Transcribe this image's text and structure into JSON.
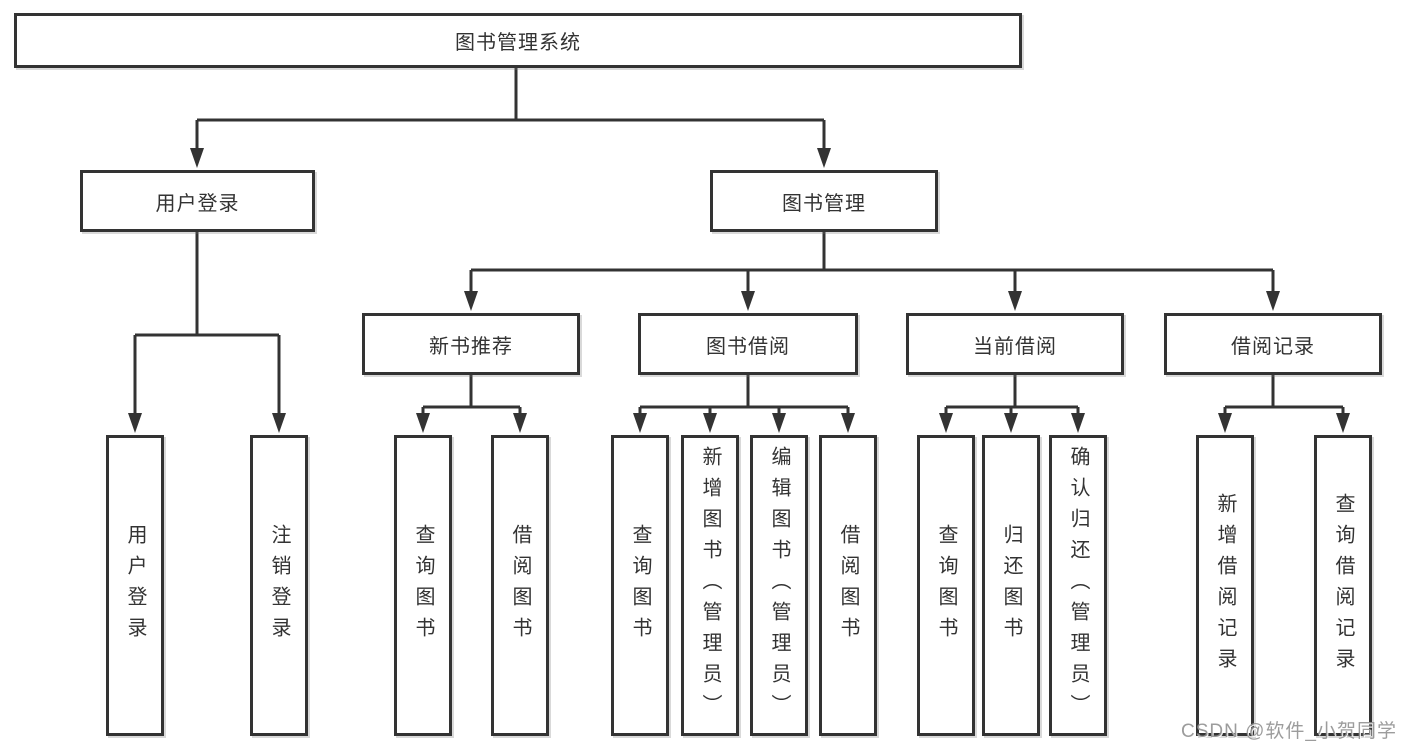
{
  "tree": {
    "root": "图书管理系统",
    "user_login": {
      "label": "用户登录",
      "leaves": [
        "用户登录",
        "注销登录"
      ]
    },
    "book_management": {
      "label": "图书管理",
      "sections": [
        {
          "label": "新书推荐",
          "leaves": [
            "查询图书",
            "借阅图书"
          ]
        },
        {
          "label": "图书借阅",
          "leaves": [
            "查询图书",
            "新增图书（管理员）",
            "编辑图书（管理员）",
            "借阅图书"
          ]
        },
        {
          "label": "当前借阅",
          "leaves": [
            "查询图书",
            "归还图书",
            "确认归还（管理员）"
          ]
        },
        {
          "label": "借阅记录",
          "leaves": [
            "新增借阅记录",
            "查询借阅记录"
          ]
        }
      ]
    },
    "watermark": "CSDN @软件_小贺同学",
    "colors": {
      "line": "#333333",
      "text": "#333333",
      "background": "#ffffff",
      "watermark": "#919191"
    }
  }
}
